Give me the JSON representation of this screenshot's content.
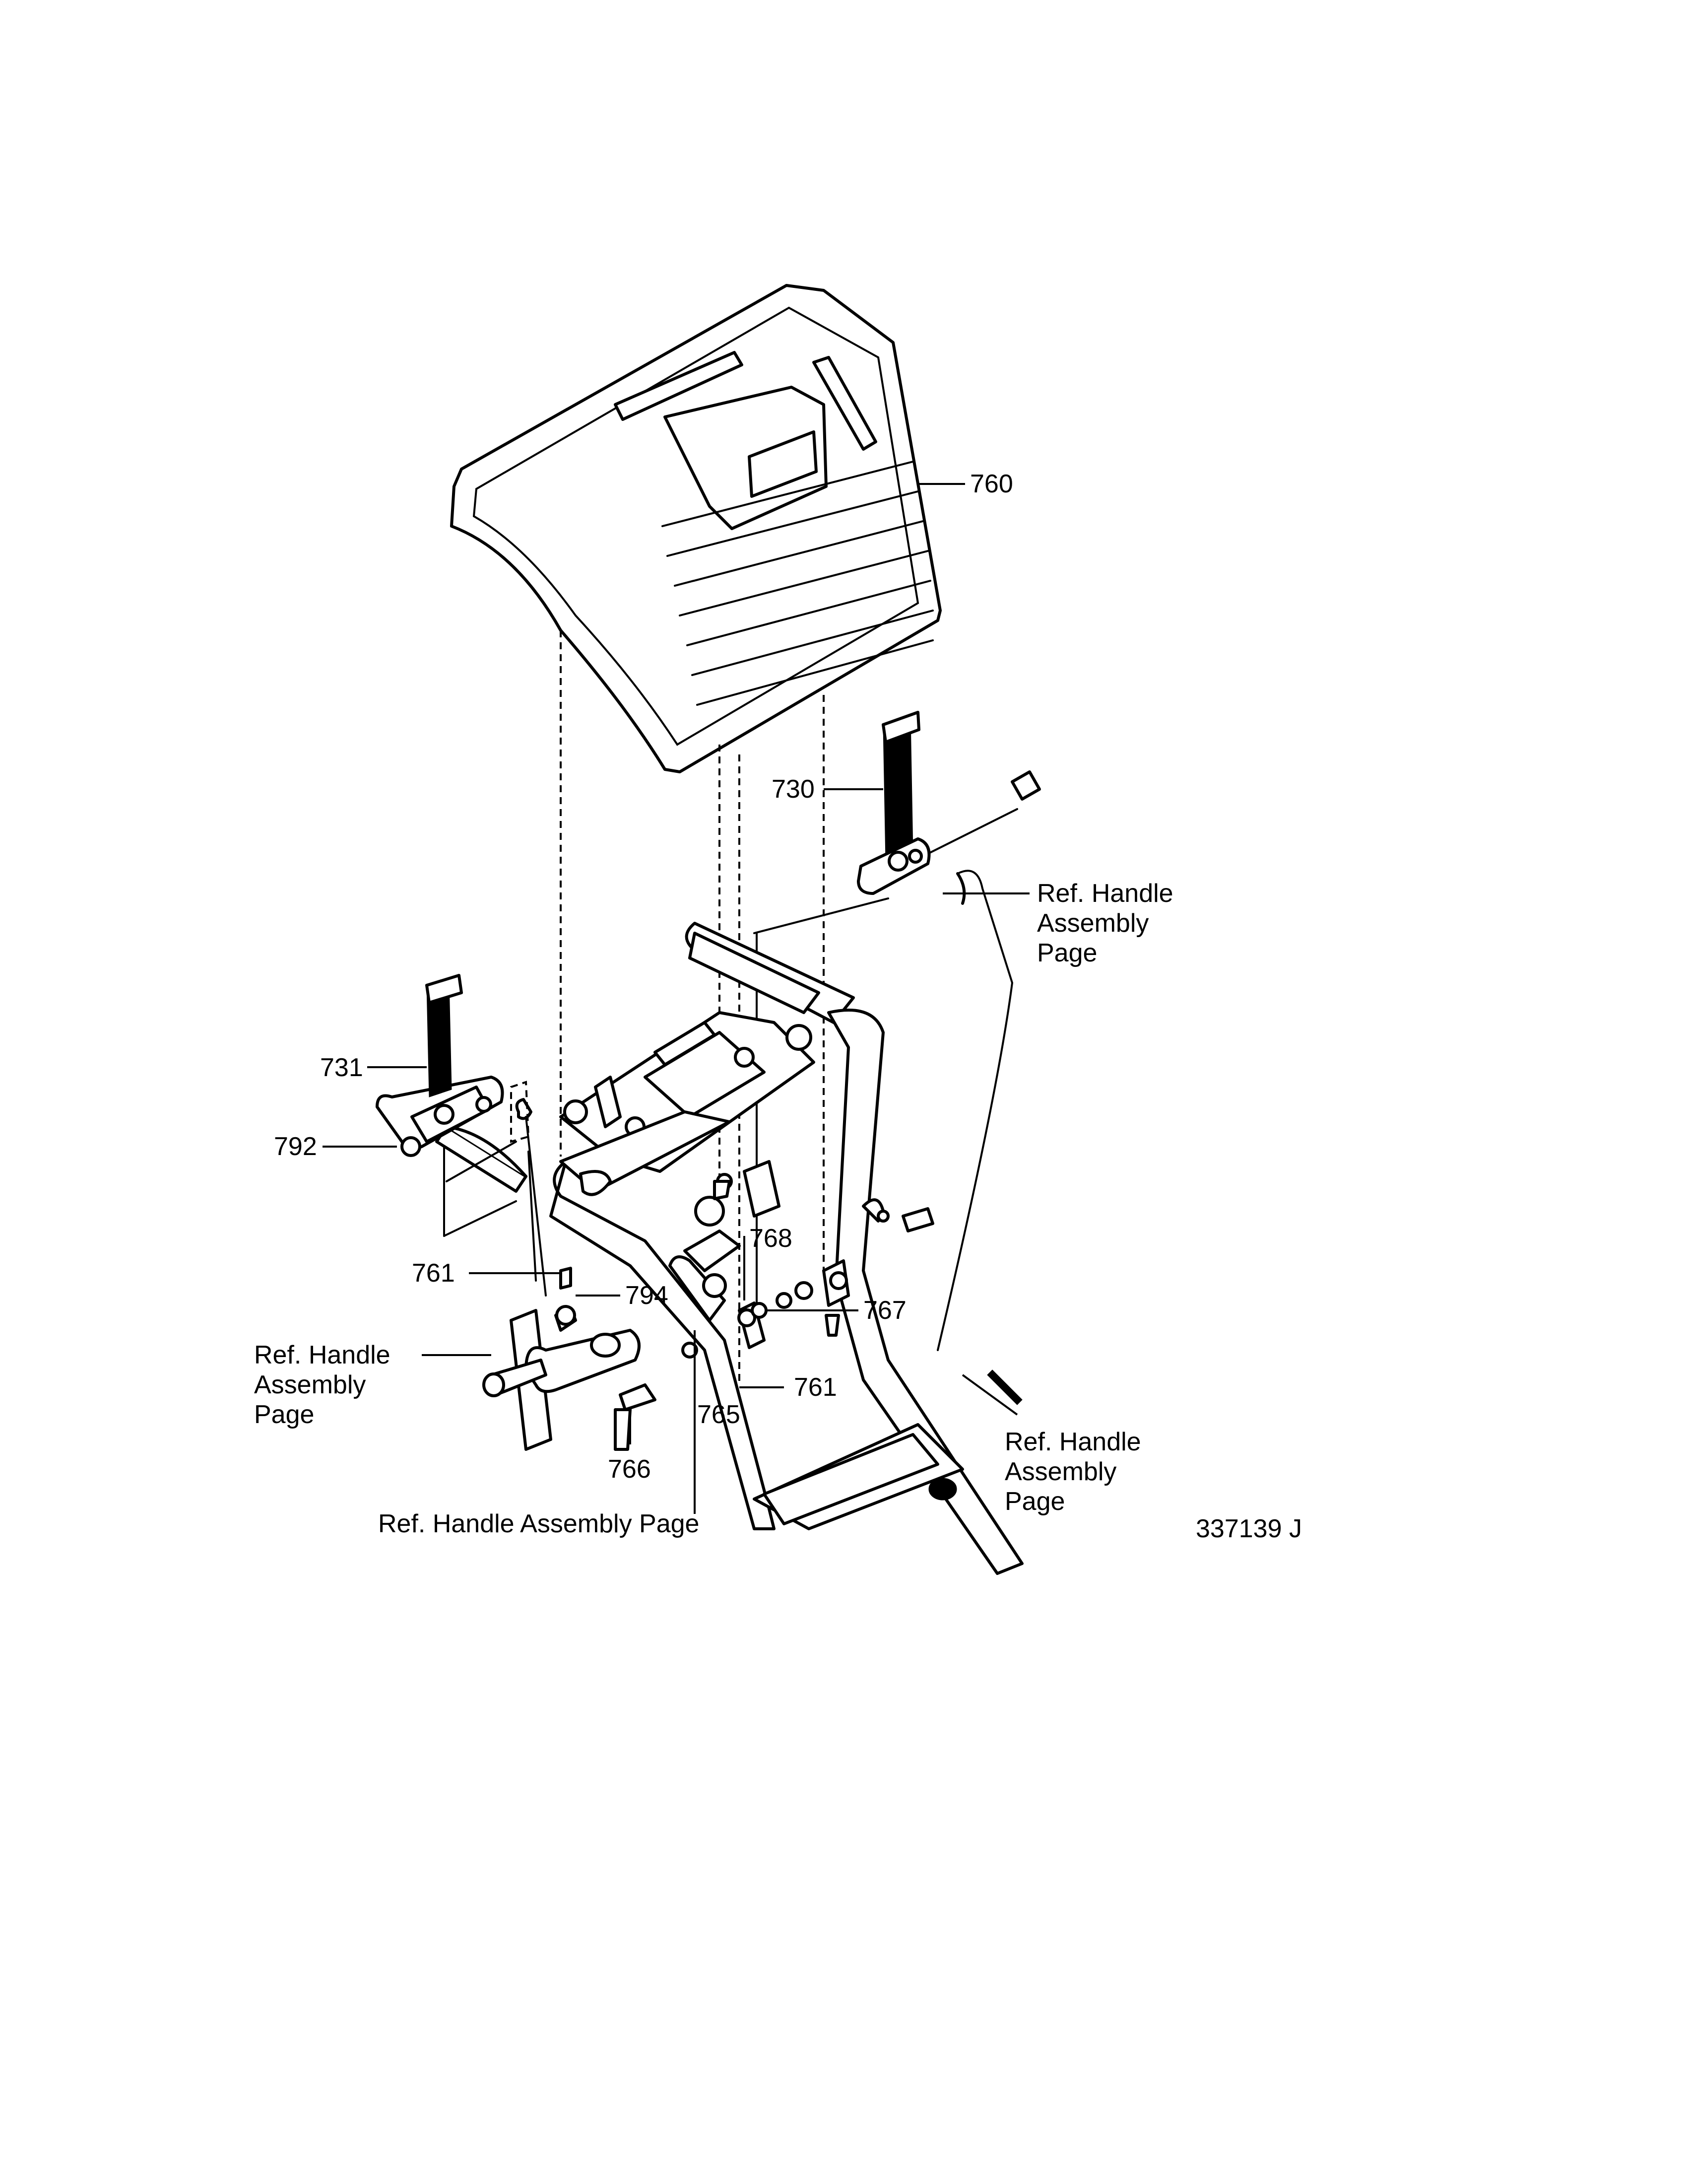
{
  "diagram": {
    "callouts": {
      "p760": "760",
      "p730": "730",
      "p731": "731",
      "p792": "792",
      "p761a": "761",
      "p794": "794",
      "p768": "768",
      "p767": "767",
      "p761b": "761",
      "p765": "765",
      "p766": "766"
    },
    "ref_labels": {
      "right_top": [
        "Ref. Handle",
        "Assembly",
        "Page"
      ],
      "left": [
        "Ref. Handle",
        "Assembly",
        "Page"
      ],
      "right_bottom": [
        "Ref. Handle",
        "Assembly",
        "Page"
      ],
      "bottom": "Ref. Handle Assembly Page"
    },
    "figure_id": "337139 J"
  }
}
